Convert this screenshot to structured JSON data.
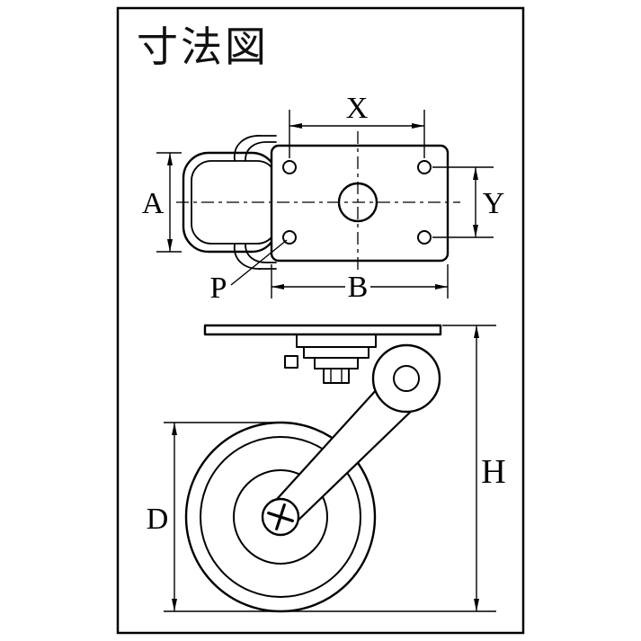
{
  "title": "寸法図",
  "labels": {
    "x": "X",
    "y": "Y",
    "a": "A",
    "b": "B",
    "p": "P",
    "d": "D",
    "h": "H"
  },
  "colors": {
    "line": "#000000",
    "background": "#ffffff"
  }
}
